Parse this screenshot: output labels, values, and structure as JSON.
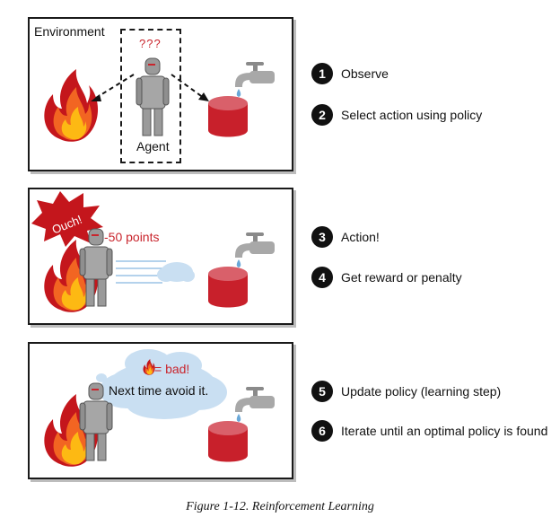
{
  "panels": {
    "observe": {
      "environment_label": "Environment",
      "question_marks": "???",
      "agent_label": "Agent"
    },
    "action": {
      "ouch_label": "Ouch!",
      "points_label": "-50 points"
    },
    "update": {
      "bad_label": "= bad!",
      "thought_label": "Next time avoid it."
    }
  },
  "steps": [
    {
      "num": "1",
      "label": "Observe"
    },
    {
      "num": "2",
      "label": "Select action using policy"
    },
    {
      "num": "3",
      "label": "Action!"
    },
    {
      "num": "4",
      "label": "Get reward or penalty"
    },
    {
      "num": "5",
      "label": "Update policy (learning step)"
    },
    {
      "num": "6",
      "label": "Iterate until an optimal policy is found"
    }
  ],
  "caption": "Figure 1-12. Reinforcement Learning",
  "colors": {
    "accent_red": "#c9252d",
    "fire_outer": "#c4161c",
    "fire_mid": "#f26522",
    "fire_inner": "#fdb913",
    "bucket": "#c8202b",
    "cloud": "#c9dff2"
  },
  "icons": [
    "fire-icon",
    "agent-robot-icon",
    "faucet-icon",
    "bucket-icon",
    "cloud-icon",
    "ouch-burst-icon"
  ]
}
